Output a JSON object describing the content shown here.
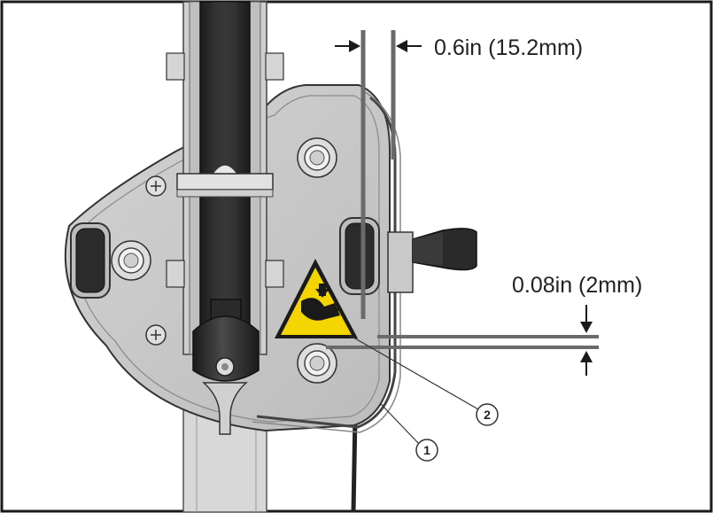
{
  "dimensions": {
    "horizontal_gap": "0.6in (15.2mm)",
    "vertical_gap": "0.08in (2mm)"
  },
  "callouts": [
    {
      "number": "1"
    },
    {
      "number": "2"
    }
  ],
  "colors": {
    "frame": "#1a1a1a",
    "metal": "#c8c8c8",
    "metal_dark": "#9a9a9a",
    "rubber": "#2b2b2b",
    "guide_line": "#6a6a6a",
    "warning": "#f5d500"
  },
  "icons": [
    "pinch-hazard-warning-icon",
    "handle-knob-icon"
  ]
}
